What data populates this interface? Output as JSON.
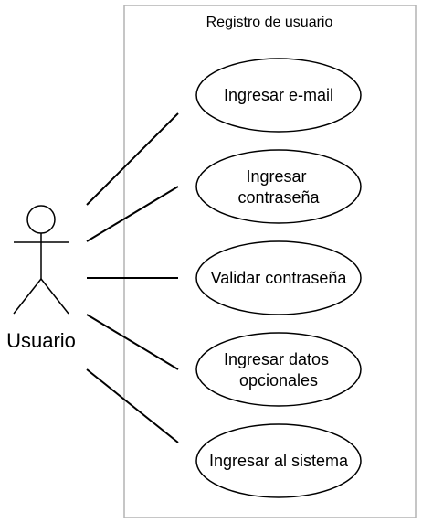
{
  "system": {
    "title": "Registro de usuario"
  },
  "actor": {
    "name": "Usuario"
  },
  "use_cases": [
    {
      "lines": [
        "Ingresar e-mail"
      ]
    },
    {
      "lines": [
        "Ingresar",
        "contraseña"
      ]
    },
    {
      "lines": [
        "Validar contraseña"
      ]
    },
    {
      "lines": [
        "Ingresar datos",
        "opcionales"
      ]
    },
    {
      "lines": [
        "Ingresar al sistema"
      ]
    }
  ],
  "colors": {
    "stroke": "#000000",
    "boundary": "#b3b3b3",
    "background": "#ffffff"
  }
}
